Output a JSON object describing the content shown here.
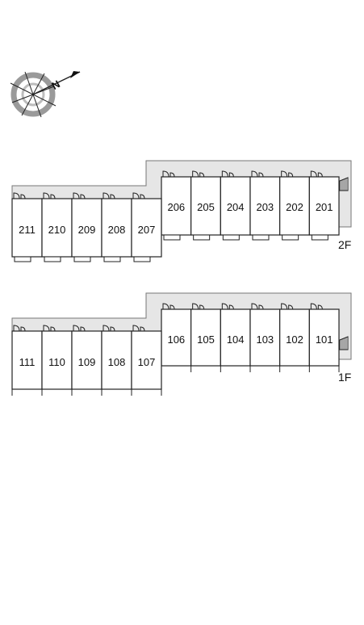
{
  "compass": {
    "icon": "compass-rose-icon",
    "north_label": "N"
  },
  "floors": [
    {
      "label": "2F",
      "upper_rooms": [
        "206",
        "205",
        "204",
        "203",
        "202",
        "201"
      ],
      "lower_rooms": [
        "211",
        "210",
        "209",
        "208",
        "207"
      ]
    },
    {
      "label": "1F",
      "upper_rooms": [
        "106",
        "105",
        "104",
        "103",
        "102",
        "101"
      ],
      "lower_rooms": [
        "111",
        "110",
        "109",
        "108",
        "107"
      ]
    }
  ],
  "colors": {
    "corridor": "#e6e6e6",
    "wall": "#222222",
    "room": "#ffffff"
  }
}
